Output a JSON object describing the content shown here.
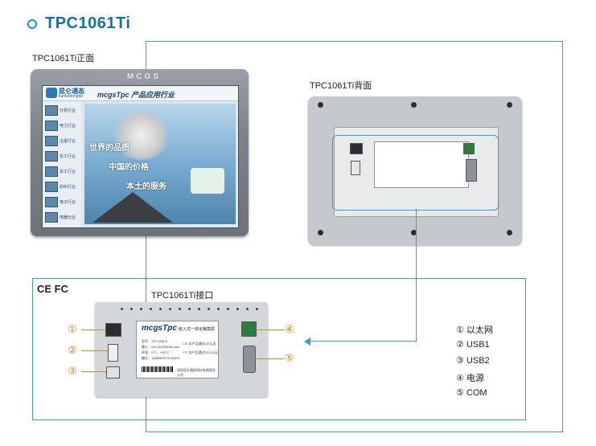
{
  "title": "TPC1061Ti",
  "front": {
    "caption": "TPC1061Ti正面",
    "logo": "MCGS",
    "screen": {
      "brand": "昆仑通态",
      "brand_sub": "kunluntongtai",
      "banner": "mcgsTpc 产品应用行业",
      "menu_items": [
        "分析行业",
        "电力行业",
        "冶金行业",
        "化工行业",
        "军工行业",
        "纺织行业",
        "电子行业",
        "电器元业"
      ],
      "hero_line1": "世界的品质",
      "hero_line2": "中国的价格",
      "hero_line3": "本土的服务"
    }
  },
  "back": {
    "caption": "TPC1061Ti背面"
  },
  "interface": {
    "caption": "TPC1061Ti接口",
    "cert_marks": "CE FC",
    "sticker": {
      "title": "mcgsTpc",
      "tag": "嵌入式一体化触摸屏",
      "model": "型号：TPC1061Ti",
      "input": "输入：24V  90/200mA  max",
      "temp": "环境：0°C…+45°C",
      "serial": "编号：1906060170130001",
      "ce": "CE 本产品通过CE认证",
      "fc": "FC 本产品通过FCC认证",
      "maker": "深圳昆仑通态科技有限责任公司"
    },
    "callouts": [
      "①",
      "②",
      "③",
      "④",
      "⑤"
    ],
    "legend": [
      "① 以太网",
      "② USB1",
      "③ USB2",
      "④ 电源",
      "⑤ COM"
    ]
  },
  "colors": {
    "accent": "#1670a8",
    "frame": "#3a9fcc",
    "callout": "#d08a1a"
  }
}
